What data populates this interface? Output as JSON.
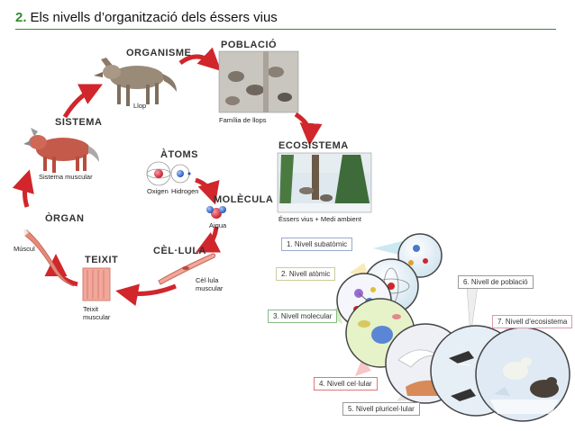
{
  "title": {
    "number": "2.",
    "text": "Els nivells d’organització dels éssers vius"
  },
  "cycle": {
    "organisme": {
      "heading": "ORGANISME",
      "caption": "Llop"
    },
    "poblacio": {
      "heading": "POBLACIÓ",
      "caption": "Família de llops"
    },
    "ecosistema": {
      "heading": "ECOSISTEMA",
      "caption": "Éssers vius + Medi ambient"
    },
    "atoms": {
      "heading": "ÀTOMS",
      "oxigen": "Oxigen",
      "hidrogen": "Hidrogen"
    },
    "molecula": {
      "heading": "MOLÈCULA",
      "caption": "Aigua"
    },
    "cellula": {
      "heading": "CÈL·LULA",
      "caption_line1": "Cèl·lula",
      "caption_line2": "muscular"
    },
    "teixit": {
      "heading": "TEIXIT",
      "caption_line1": "Teixit",
      "caption_line2": "muscular"
    },
    "organ": {
      "heading": "ÒRGAN",
      "caption": "Múscul"
    },
    "sistema": {
      "heading": "SISTEMA",
      "caption": "Sistema muscular"
    }
  },
  "levels": [
    {
      "label": "1. Nivell subatòmic"
    },
    {
      "label": "2. Nivell atòmic"
    },
    {
      "label": "3. Nivell molecular"
    },
    {
      "label": "4. Nivell cel·lular"
    },
    {
      "label": "5. Nivell pluricel·lular"
    },
    {
      "label": "6. Nivell de població"
    },
    {
      "label": "7. Nivell d’ecosistema"
    }
  ],
  "colors": {
    "arrow": "#d0262c",
    "title_number": "#2e8f2e",
    "tissue": "#f2a79a"
  }
}
